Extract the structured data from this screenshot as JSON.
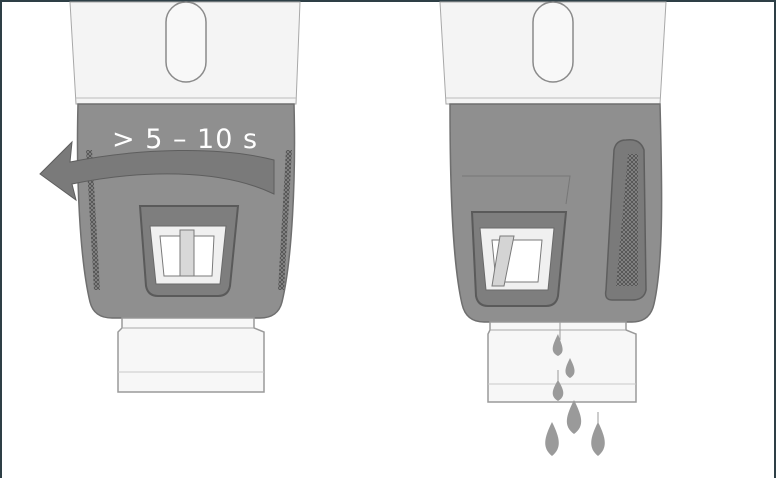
{
  "figure": {
    "duration_label": "> 5 – 10 s",
    "colors": {
      "background": "#ffffff",
      "frame_border": "#2e3f46",
      "body_light": "#f2f2f2",
      "outline": "#9a9a9a",
      "collar": "#8f8f8f",
      "collar_dark": "#6f6f6f",
      "arrow": "#7a7a7a",
      "drop": "#9a9a9a",
      "mesh": "#5c5c5c"
    },
    "panels": [
      {
        "id": "left",
        "icons": [
          "rotation-arrow-icon"
        ]
      },
      {
        "id": "right",
        "icons": [
          "water-drop-icon"
        ]
      }
    ]
  }
}
